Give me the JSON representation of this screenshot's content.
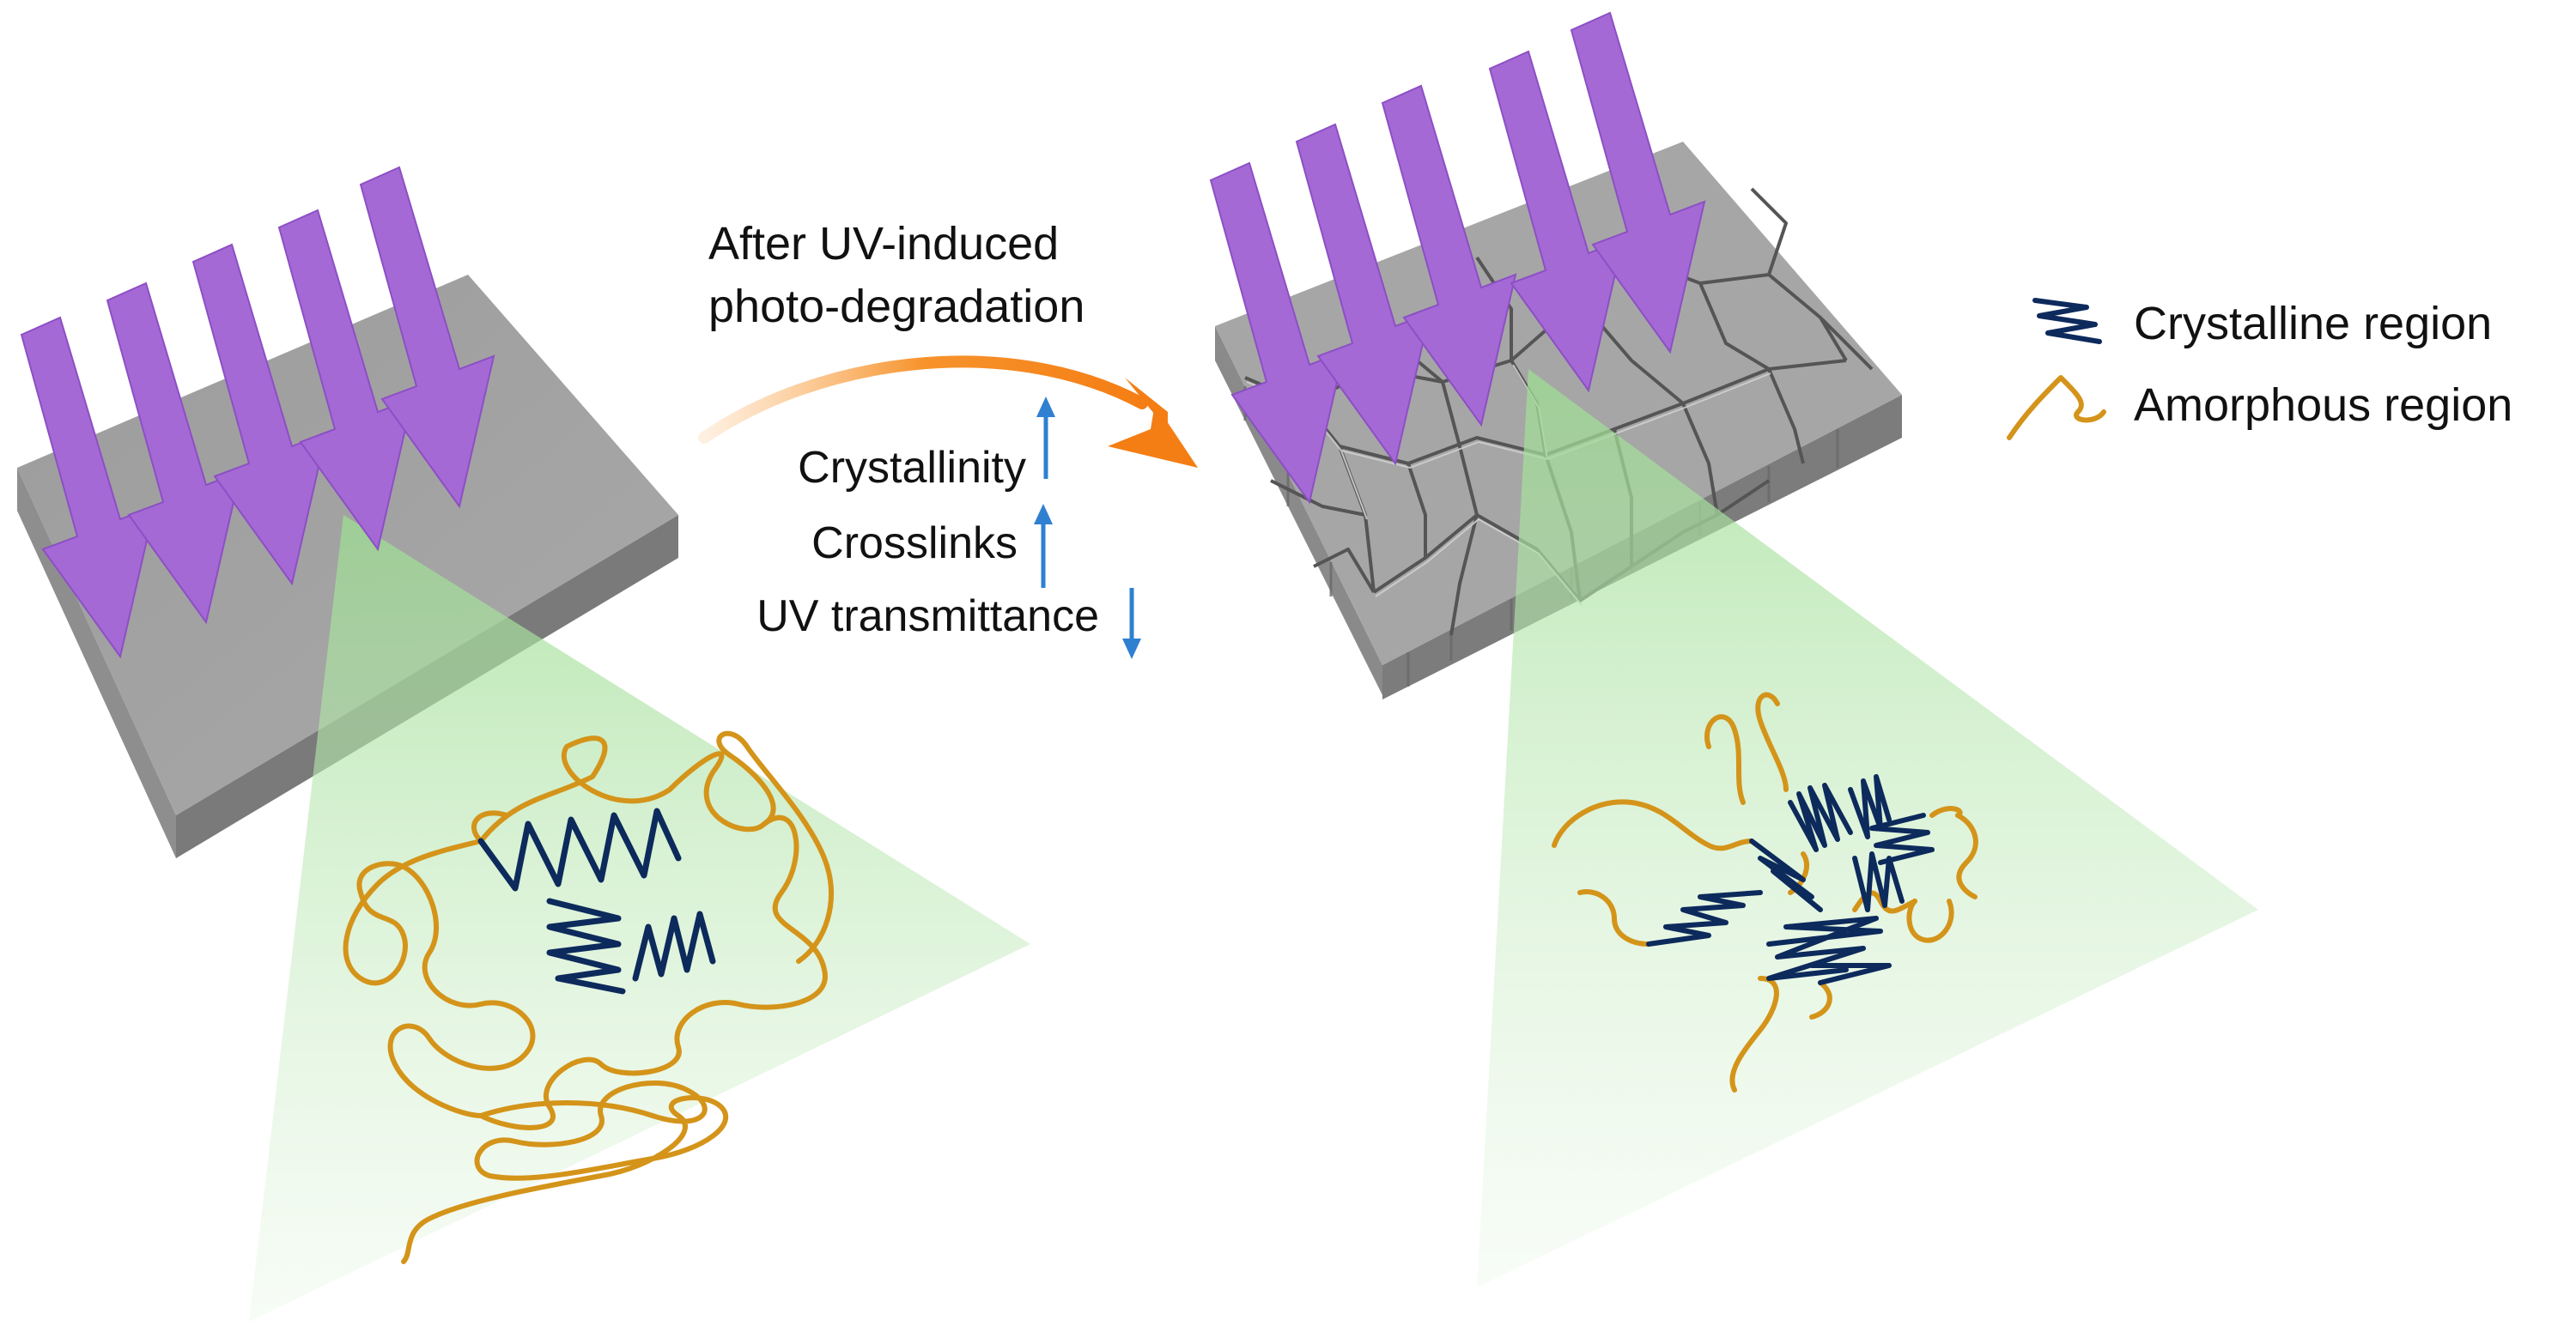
{
  "process": {
    "line1": "After UV-induced",
    "line2": "photo-degradation"
  },
  "changes": [
    {
      "label": "Crystallinity",
      "direction": "up"
    },
    {
      "label": "Crosslinks",
      "direction": "up"
    },
    {
      "label": "UV transmittance",
      "direction": "down"
    }
  ],
  "legend": [
    {
      "label": "Crystalline region",
      "color": "#0d2a5c",
      "icon": "folded-chain-icon"
    },
    {
      "label": "Amorphous region",
      "color": "#d4941a",
      "icon": "random-coil-icon"
    }
  ],
  "colors": {
    "uv_arrow": "#a569d6",
    "process_arrow": "#f5861f",
    "indicator_arrow": "#2f80d1",
    "film": "#a3a3a3",
    "zoom_cone": "#bde8b8"
  }
}
